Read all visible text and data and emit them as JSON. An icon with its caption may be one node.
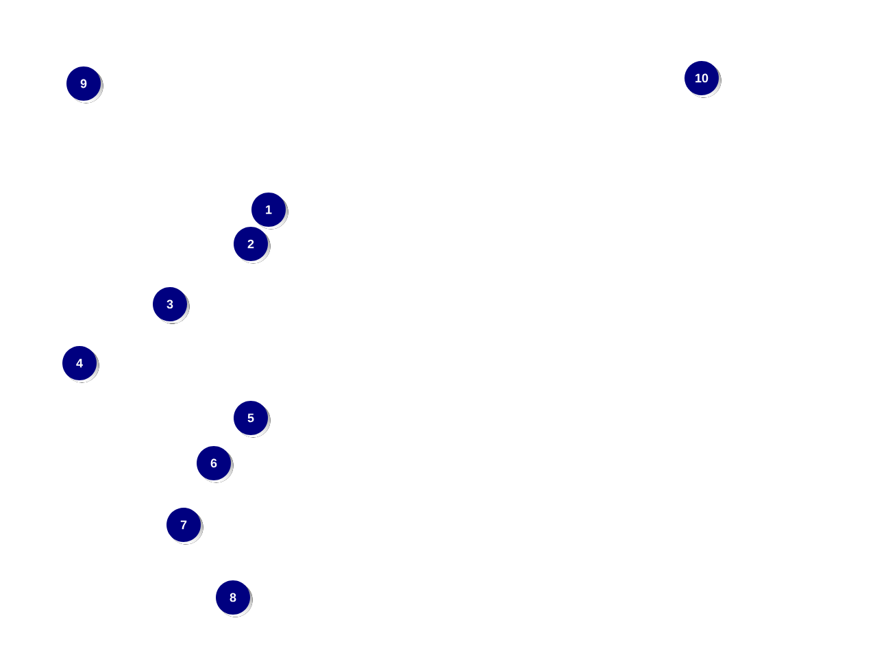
{
  "diagram": {
    "labels": [
      "9",
      "10",
      "1",
      "2",
      "3",
      "4",
      "5",
      "6",
      "7",
      "8"
    ]
  }
}
